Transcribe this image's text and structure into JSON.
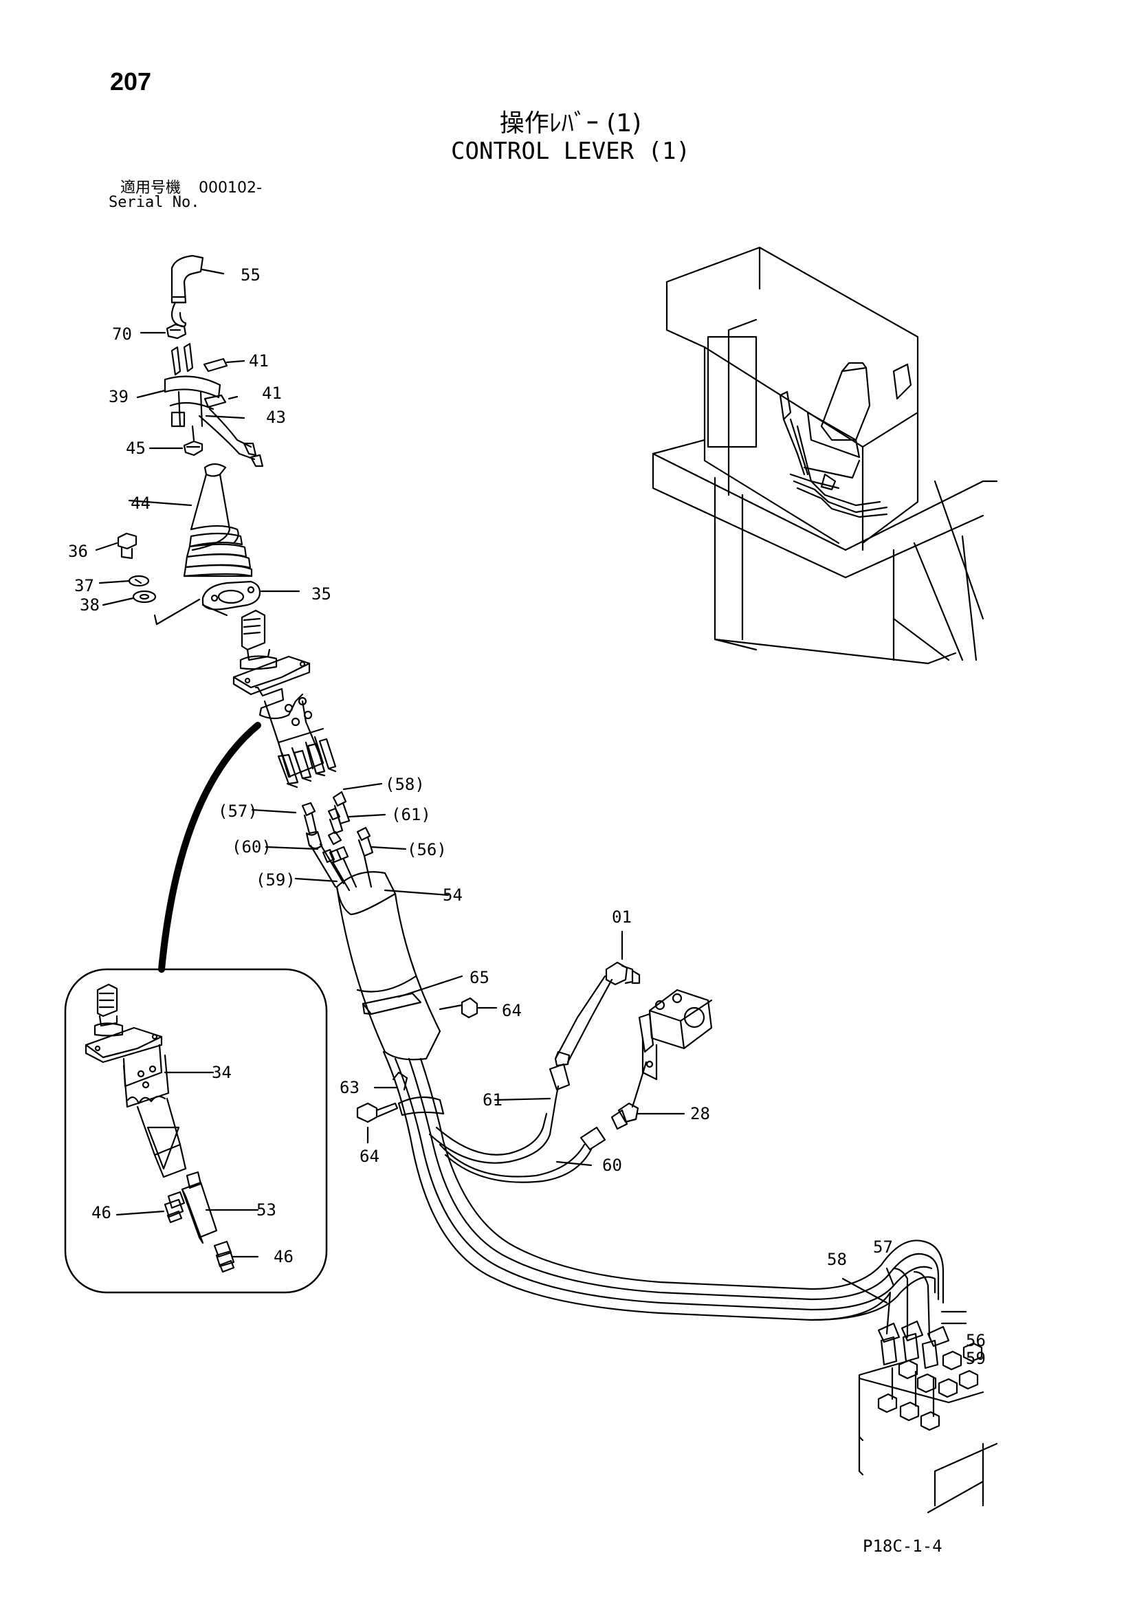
{
  "page_number": "207",
  "title_jp": "操作ﾚﾊﾞｰ (1)",
  "title_en": "CONTROL LEVER (1)",
  "serial": {
    "label_jp": "適用号機",
    "value": "000102-",
    "label_en": "Serial No."
  },
  "callouts": {
    "c55": "55",
    "c70": "70",
    "c41a": "41",
    "c39": "39",
    "c41b": "41",
    "c43": "43",
    "c45": "45",
    "c44": "44",
    "c36": "36",
    "c37": "37",
    "c38": "38",
    "c35": "35",
    "c58p": "(58)",
    "c57p": "(57)",
    "c61p": "(61)",
    "c60p": "(60)",
    "c56p": "(56)",
    "c59p": "(59)",
    "c54": "54",
    "c01": "01",
    "c65": "65",
    "c64a": "64",
    "c34": "34",
    "c63": "63",
    "c61": "61",
    "c28": "28",
    "c64b": "64",
    "c60": "60",
    "c46a": "46",
    "c53": "53",
    "c46b": "46",
    "c58": "58",
    "c57": "57",
    "c56": "56",
    "c59": "59"
  },
  "drawing_code": "P18C-1-4"
}
